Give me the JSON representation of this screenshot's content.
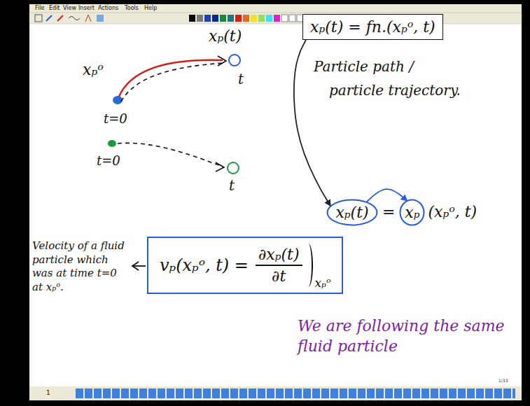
{
  "diagram": {
    "nodes": [
      {
        "text": [
          "xₚ(t) = fn.(xₚᵒ, t)"
        ]
      },
      {
        "text": [
          "xₚ(t)"
        ]
      },
      {
        "text": [
          "xₚ"
        ]
      },
      {
        "text": [
          "vₚ(xₚᵒ, t) =",
          "∂xₚ(t)",
          "∂t",
          "xₚᵒ"
        ]
      }
    ],
    "edges": [
      {
        "from": 0,
        "to": 1,
        "arrow": "to"
      },
      {
        "from": 1,
        "to": 2,
        "arrow": "to"
      }
    ],
    "labels": [
      "File",
      "Edit",
      "View",
      "Insert",
      "Actions",
      "Tools",
      "Help",
      "xₚ(t)",
      "xₚᵒ",
      "t",
      "t=0",
      "t=0",
      "t",
      "Particle path /",
      "particle trajectory.",
      "=",
      "(xₚᵒ, t)",
      "Velocity of a fluid particle which was at time t=0 at xₚᵒ.",
      "We are following the same fluid particle",
      "1",
      "1/33"
    ]
  }
}
